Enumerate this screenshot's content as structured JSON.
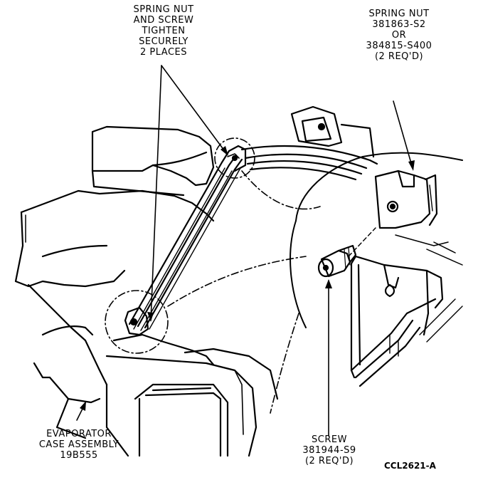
{
  "callouts": {
    "spring_nut_screw": {
      "lines": [
        "SPRING NUT",
        "AND SCREW",
        "TIGHTEN",
        "SECURELY",
        "2 PLACES"
      ]
    },
    "spring_nut": {
      "lines": [
        "SPRING NUT",
        "381863-S2",
        "OR",
        "384815-S400",
        "(2 REQ'D)"
      ]
    },
    "evaporator": {
      "lines": [
        "EVAPORATOR",
        "CASE ASSEMBLY",
        "19B555"
      ]
    },
    "screw": {
      "lines": [
        "SCREW",
        "381944-S9",
        "(2 REQ'D)"
      ]
    }
  },
  "figure_ref": "CCL2621-A"
}
